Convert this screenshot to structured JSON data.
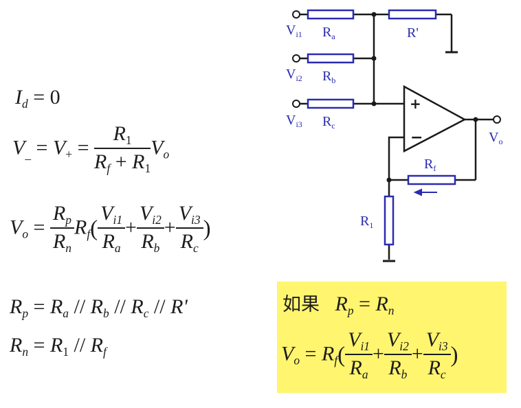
{
  "equations": {
    "eq1": {
      "lhs": "I",
      "lhs_sub": "d",
      "rhs": "= 0"
    },
    "eq2": {
      "vminus": "V",
      "vminus_sub": "_",
      "eq1": "=",
      "vplus": "V",
      "vplus_sub": "+",
      "eq2": "=",
      "num": "R",
      "num_sub": "1",
      "den_a": "R",
      "den_a_sub": "f",
      "den_plus": "+",
      "den_b": "R",
      "den_b_sub": "1",
      "tail": "V",
      "tail_sub": "o"
    },
    "eq3": {
      "lhs": "V",
      "lhs_sub": "o",
      "eq": "=",
      "f1_num": "R",
      "f1_num_sub": "p",
      "f1_den": "R",
      "f1_den_sub": "n",
      "rf": "R",
      "rf_sub": "f",
      "open": "(",
      "close": ")",
      "plus": "+",
      "t1_num": "V",
      "t1_num_sub": "i1",
      "t1_den": "R",
      "t1_den_sub": "a",
      "t2_num": "V",
      "t2_num_sub": "i2",
      "t2_den": "R",
      "t2_den_sub": "b",
      "t3_num": "V",
      "t3_num_sub": "i3",
      "t3_den": "R",
      "t3_den_sub": "c"
    },
    "eq4": {
      "lhs": "R",
      "lhs_sub": "p",
      "eq": "=",
      "a": "R",
      "a_sub": "a",
      "par": "//",
      "b": "R",
      "b_sub": "b",
      "c": "R",
      "c_sub": "c",
      "rp": "R'"
    },
    "eq5": {
      "lhs": "R",
      "lhs_sub": "n",
      "eq": "=",
      "a": "R",
      "a_sub": "1",
      "par": "//",
      "b": "R",
      "b_sub": "f"
    }
  },
  "highlight": {
    "if_label": "如果",
    "cond": {
      "lhs": "R",
      "lhs_sub": "p",
      "eq": "=",
      "rhs": "R",
      "rhs_sub": "n"
    },
    "result": {
      "lhs": "V",
      "lhs_sub": "o",
      "eq": "=",
      "rf": "R",
      "rf_sub": "f",
      "open": "(",
      "close": ")",
      "plus": "+",
      "t1_num": "V",
      "t1_num_sub": "i1",
      "t1_den": "R",
      "t1_den_sub": "a",
      "t2_num": "V",
      "t2_num_sub": "i2",
      "t2_den": "R",
      "t2_den_sub": "b",
      "t3_num": "V",
      "t3_num_sub": "i3",
      "t3_den": "R",
      "t3_den_sub": "c"
    },
    "color": "#fff56f"
  },
  "circuit": {
    "labels": {
      "vi1": "V",
      "vi1_sub": "i1",
      "vi2": "V",
      "vi2_sub": "i2",
      "vi3": "V",
      "vi3_sub": "i3",
      "ra": "R",
      "ra_sub": "a",
      "rb": "R",
      "rb_sub": "b",
      "rc": "R",
      "rc_sub": "c",
      "rprime": "R'",
      "rf": "R",
      "rf_sub": "f",
      "r1": "R",
      "r1_sub": "1",
      "vo": "V",
      "vo_sub": "o",
      "plus": "+",
      "minus": "−"
    },
    "wire_color": "#1a1a1a",
    "resistor_color": "#2b2bb0",
    "label_color": "#2b2bb0"
  }
}
